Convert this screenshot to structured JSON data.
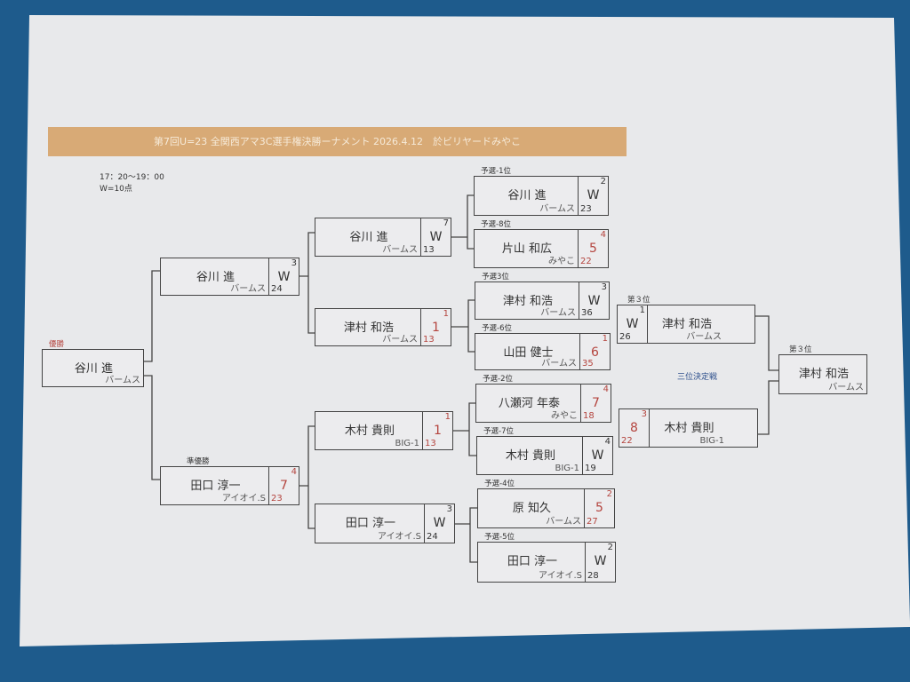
{
  "title": "第7回U=23 全関西アマ3C選手権決勝ーナメント 2026.4.12　於ビリヤードみやこ",
  "time": "17：20〜19：00",
  "rule": "W=10点",
  "third_place_match_label": "三位決定戦",
  "colors": {
    "background": "#1e5b8c",
    "banner": "#d8aa76",
    "loss": "#b4443e"
  },
  "boxes": [
    {
      "id": "r1-1",
      "label": "予選-1位",
      "name": "谷川 進",
      "team": "バームス",
      "score": "W",
      "top": "2",
      "bottom": "23",
      "loss": false
    },
    {
      "id": "r1-2",
      "label": "予選-8位",
      "name": "片山 和広",
      "team": "みやこ",
      "score": "5",
      "top": "4",
      "bottom": "22",
      "loss": true
    },
    {
      "id": "r1-3",
      "label": "予選3位",
      "name": "津村 和浩",
      "team": "バームス",
      "score": "W",
      "top": "3",
      "bottom": "36",
      "loss": false
    },
    {
      "id": "r1-4",
      "label": "予選-6位",
      "name": "山田 健士",
      "team": "バームス",
      "score": "6",
      "top": "1",
      "bottom": "35",
      "loss": true
    },
    {
      "id": "r1-5",
      "label": "予選-2位",
      "name": "八瀬河 年泰",
      "team": "みやこ",
      "score": "7",
      "top": "4",
      "bottom": "18",
      "loss": true
    },
    {
      "id": "r1-6",
      "label": "予選-7位",
      "name": "木村 貴則",
      "team": "BIG-1",
      "score": "W",
      "top": "4",
      "bottom": "19",
      "loss": false
    },
    {
      "id": "r1-7",
      "label": "予選-4位",
      "name": "原 知久",
      "team": "バームス",
      "score": "5",
      "top": "2",
      "bottom": "27",
      "loss": true
    },
    {
      "id": "r1-8",
      "label": "予選-5位",
      "name": "田口 淳一",
      "team": "アイオイ.S",
      "score": "W",
      "top": "2",
      "bottom": "28",
      "loss": false
    },
    {
      "id": "r2-1",
      "label": "",
      "name": "谷川 進",
      "team": "バームス",
      "score": "W",
      "top": "7",
      "bottom": "13",
      "loss": false
    },
    {
      "id": "r2-2",
      "label": "",
      "name": "津村 和浩",
      "team": "バームス",
      "score": "1",
      "top": "1",
      "bottom": "13",
      "loss": true
    },
    {
      "id": "r2-3",
      "label": "",
      "name": "木村 貴則",
      "team": "BIG-1",
      "score": "1",
      "top": "1",
      "bottom": "13",
      "loss": true
    },
    {
      "id": "r2-4",
      "label": "",
      "name": "田口 淳一",
      "team": "アイオイ.S",
      "score": "W",
      "top": "3",
      "bottom": "24",
      "loss": false
    },
    {
      "id": "sf-1",
      "label": "",
      "name": "谷川 進",
      "team": "バームス",
      "score": "W",
      "top": "3",
      "bottom": "24",
      "loss": false
    },
    {
      "id": "sf-2",
      "label": "準優勝",
      "name": "田口 淳一",
      "team": "アイオイ.S",
      "score": "7",
      "top": "4",
      "bottom": "23",
      "loss": true
    },
    {
      "id": "champ",
      "label": "優勝",
      "name": "谷川 進",
      "team": "バームス",
      "score": null,
      "top": null,
      "bottom": null,
      "loss": false
    },
    {
      "id": "tp-1",
      "label": "第３位",
      "name": "津村 和浩",
      "team": "バームス",
      "score": "W",
      "top": "1",
      "bottom": "26",
      "loss": false
    },
    {
      "id": "tp-2",
      "label": "",
      "name": "木村 貴則",
      "team": "BIG-1",
      "score": "8",
      "top": "3",
      "bottom": "22",
      "loss": true
    },
    {
      "id": "third",
      "label": "第３位",
      "name": "津村 和浩",
      "team": "バームス",
      "score": null,
      "top": null,
      "bottom": null,
      "loss": false
    }
  ]
}
